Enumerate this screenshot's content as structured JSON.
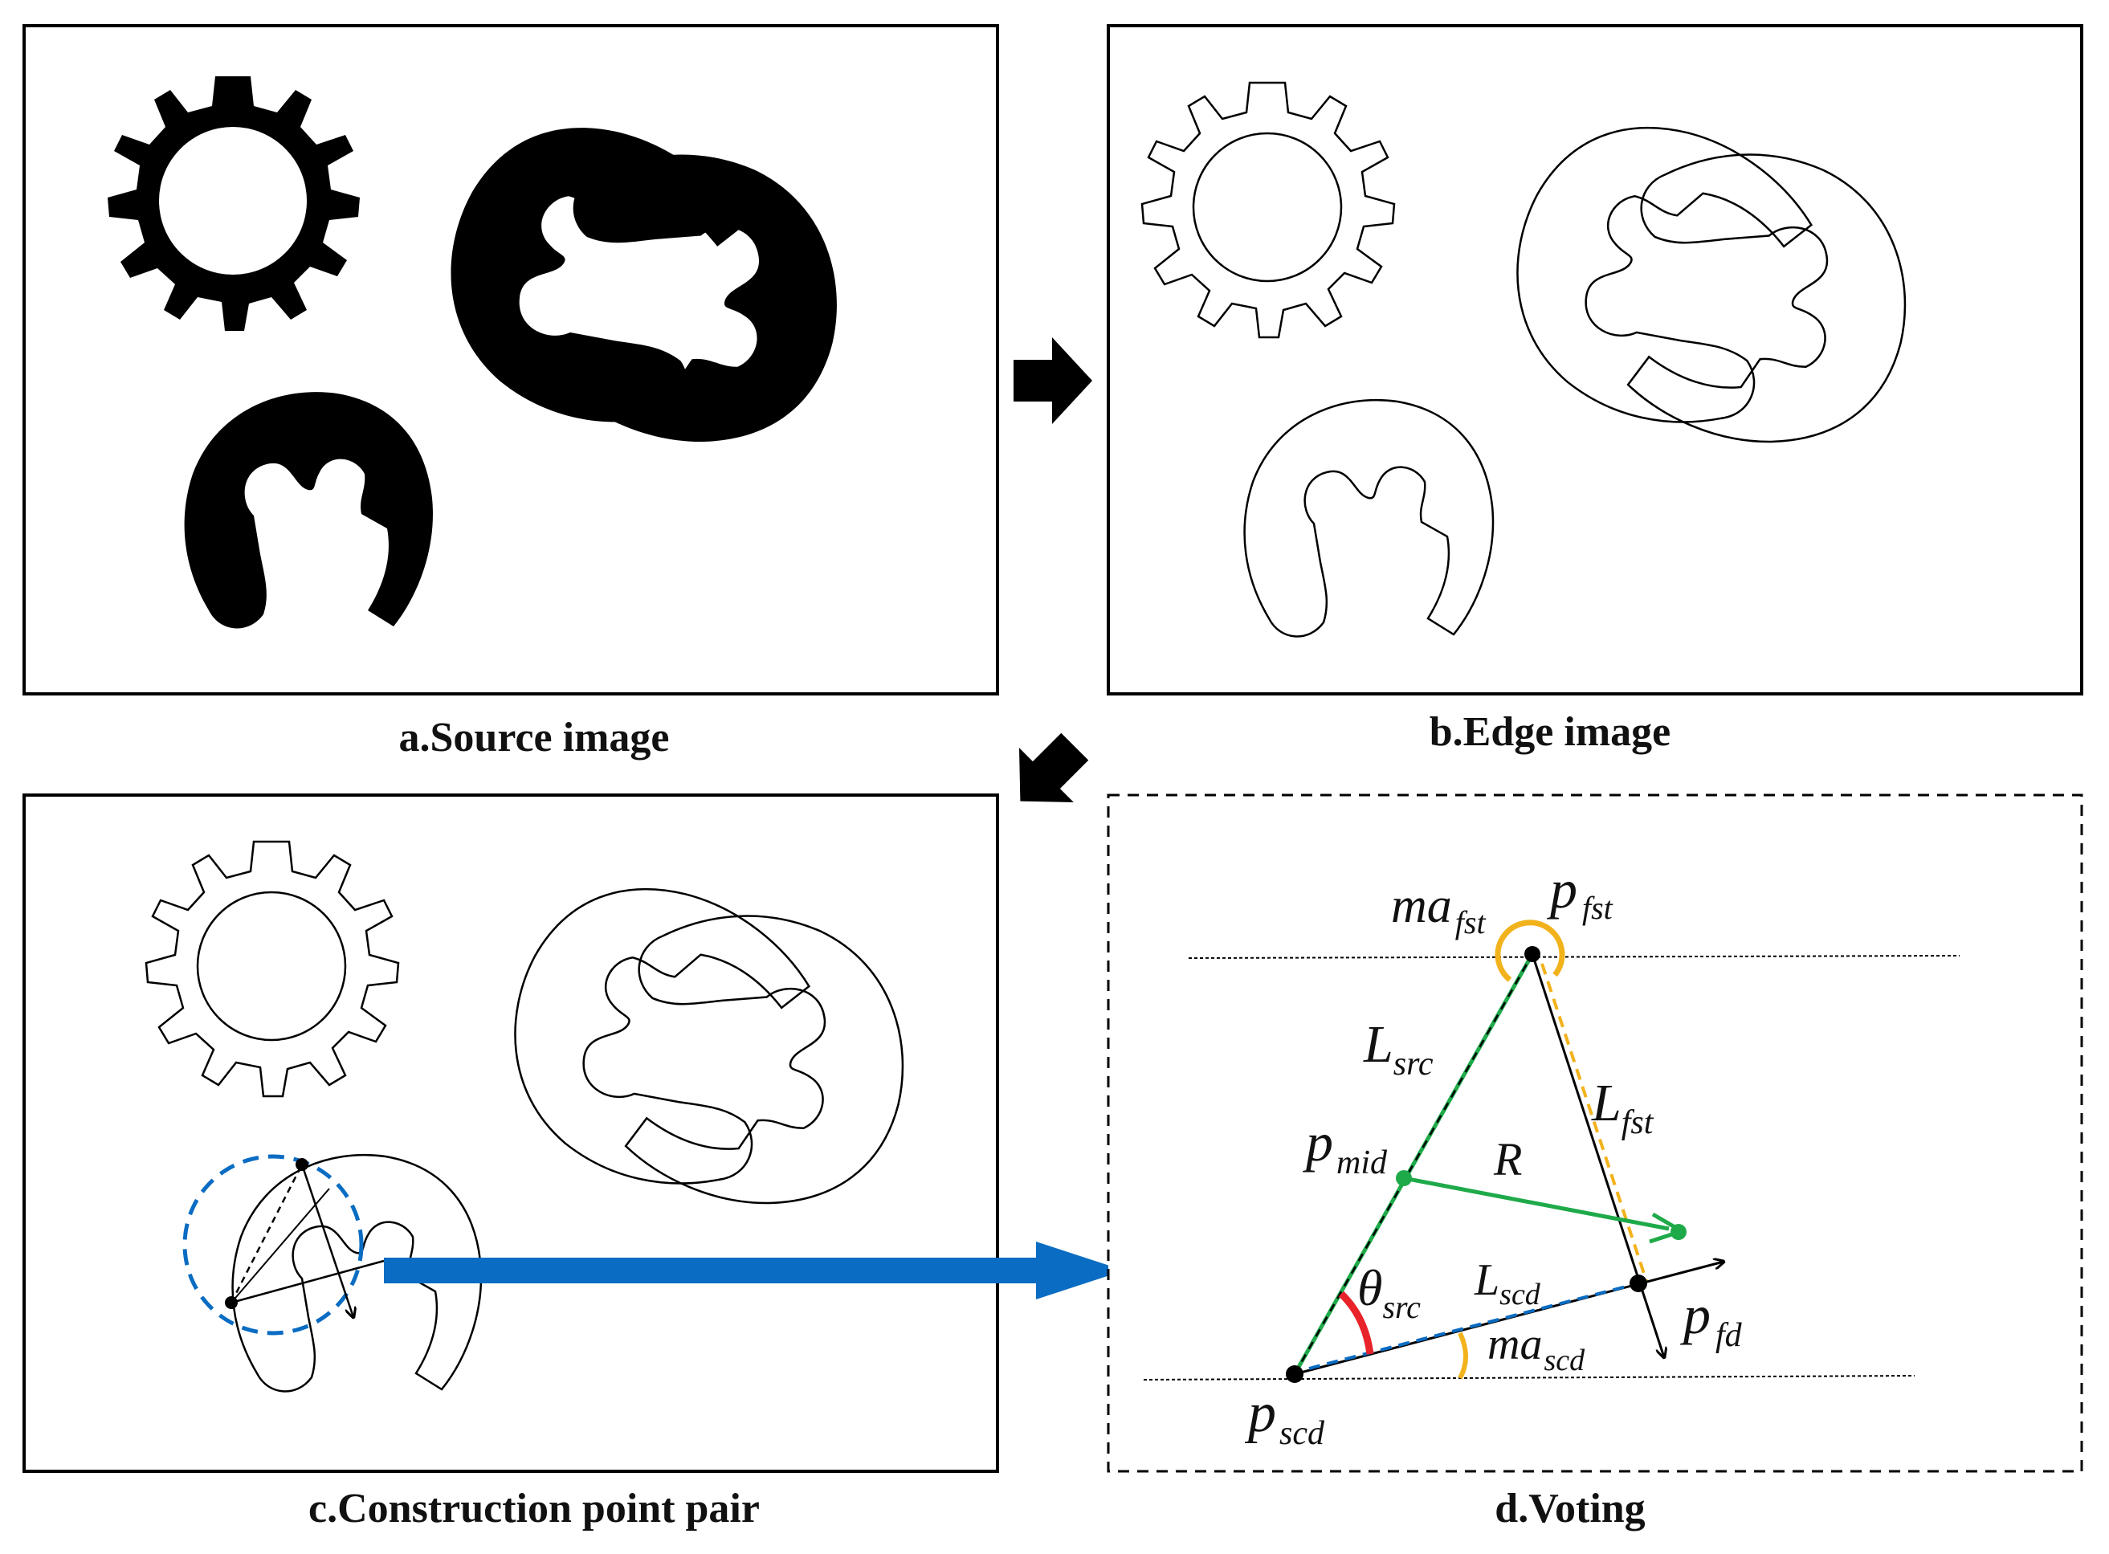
{
  "panels": {
    "a": {
      "caption": "a.Source image"
    },
    "b": {
      "caption": "b.Edge image"
    },
    "c": {
      "caption": "c.Construction point pair"
    },
    "d": {
      "caption": "d.Voting"
    }
  },
  "voting": {
    "ma_fst": {
      "base": "ma",
      "sub": "fst"
    },
    "p_fst": {
      "base": "p",
      "sub": "fst"
    },
    "L_src": {
      "base": "L",
      "sub": "src"
    },
    "L_fst": {
      "base": "L",
      "sub": "fst"
    },
    "p_mid": {
      "base": "p",
      "sub": "mid"
    },
    "R": "R",
    "theta_src": {
      "base": "θ",
      "sub": "src"
    },
    "L_scd": {
      "base": "L",
      "sub": "scd"
    },
    "p_fd": {
      "base": "p",
      "sub": "fd"
    },
    "ma_scd": {
      "base": "ma",
      "sub": "scd"
    },
    "p_scd": {
      "base": "p",
      "sub": "scd"
    }
  },
  "colors": {
    "green": "#1faa4a",
    "orange": "#f2b21b",
    "red": "#e8232a",
    "blue": "#0a6cc2",
    "black": "#000000"
  }
}
